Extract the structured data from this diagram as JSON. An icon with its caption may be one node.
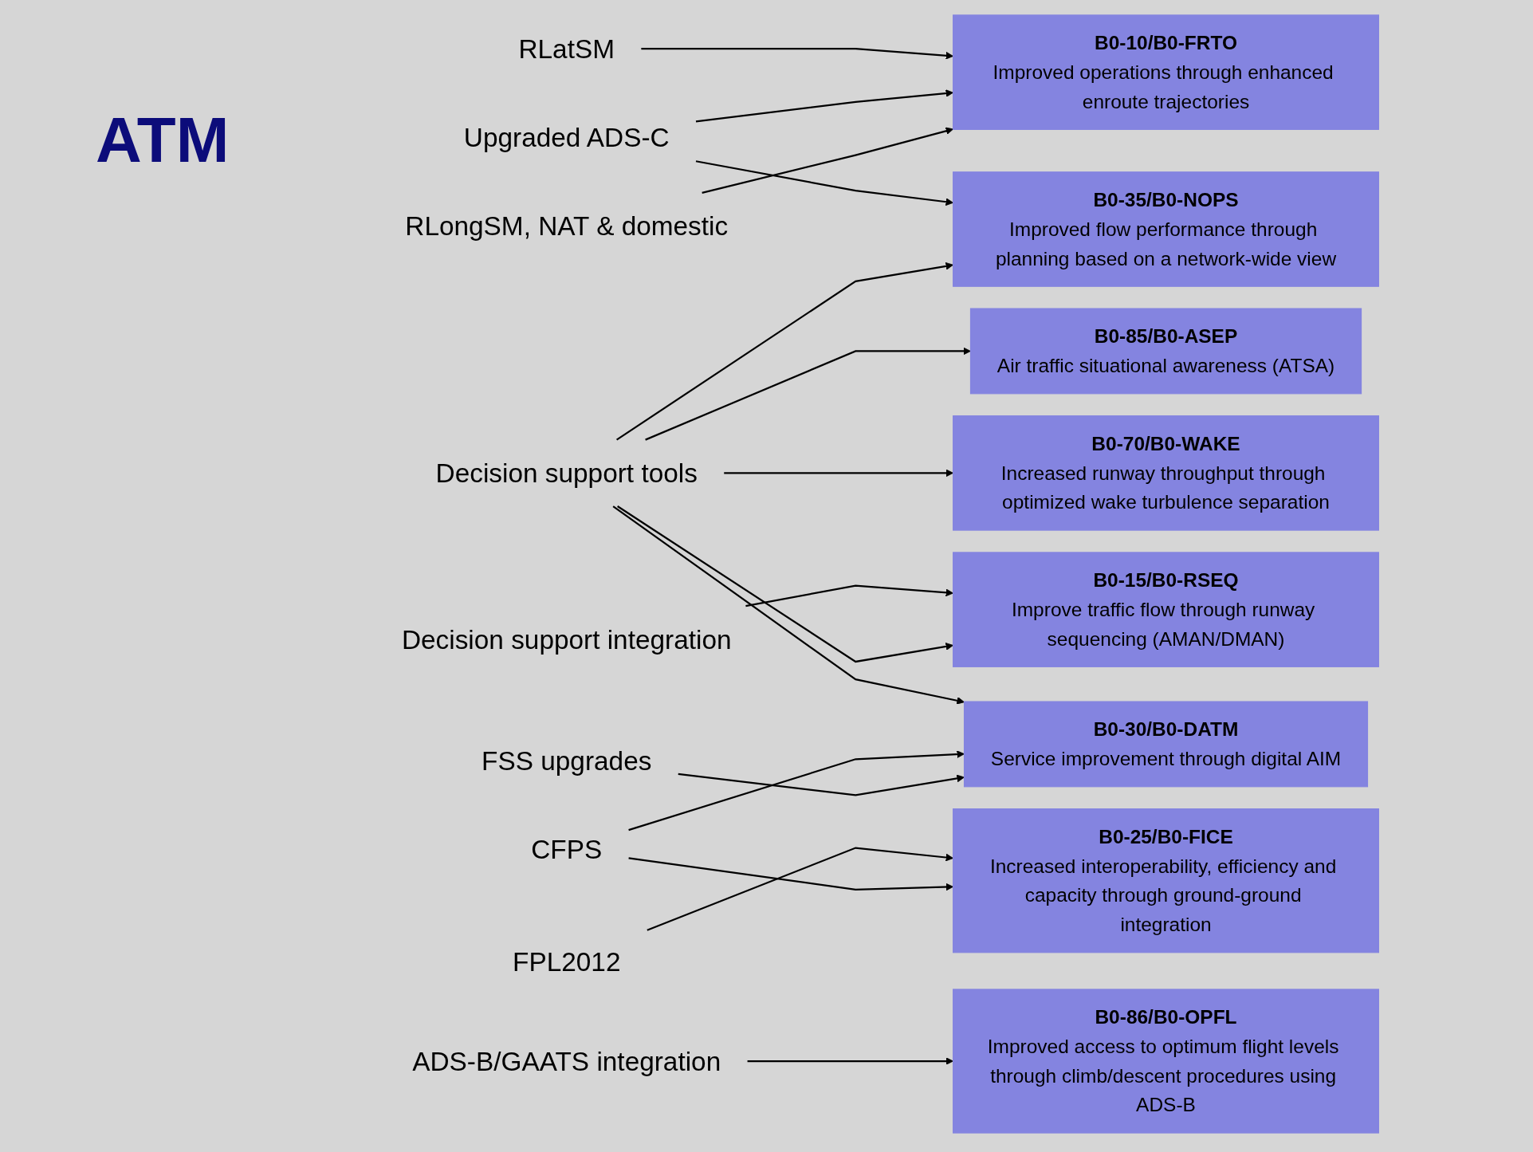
{
  "diagram": {
    "title": "ATM",
    "nodes": [
      {
        "text": [
          "B0-10/B0-FRTO",
          "Improved operations through enhanced enroute trajectories"
        ]
      },
      {
        "text": [
          "B0-15/B0-RSEQ",
          "Improve traffic flow through runway sequencing (AMAN/DMAN)"
        ]
      },
      {
        "text": [
          "B0-25/B0-FICE",
          "Increased interoperability, efficiency and capacity through ground-ground integration"
        ]
      },
      {
        "text": [
          "B0-30/B0-DATM",
          "Service improvement through digital AIM"
        ]
      },
      {
        "text": [
          "B0-35/B0-NOPS",
          "Improved flow performance through planning based on a network-wide view"
        ]
      },
      {
        "text": [
          "B0-70/B0-WAKE",
          "Increased runway throughput through optimized wake turbulence separation"
        ]
      },
      {
        "text": [
          "B0-85/B0-ASEP",
          "Air traffic situational awareness (ATSA)"
        ]
      },
      {
        "text": [
          "B0-86/B0-OPFL",
          "Improved access to optimum flight levels through climb/descent procedures using ADS-B"
        ]
      },
      {
        "text": [
          "RLatSM"
        ]
      },
      {
        "text": [
          "Upgraded ADS-C"
        ]
      },
      {
        "text": [
          "RLongSM, NAT & domestic"
        ]
      },
      {
        "text": [
          "Decision support integration"
        ]
      },
      {
        "text": [
          "Decision support tools"
        ]
      },
      {
        "text": [
          "FPL2012"
        ]
      },
      {
        "text": [
          "CFPS"
        ]
      },
      {
        "text": [
          "FSS upgrades"
        ]
      },
      {
        "text": [
          "ADS-B/GAATS integration"
        ]
      }
    ],
    "edges": [
      {
        "from": 8,
        "to": 0,
        "arrow": "to"
      },
      {
        "from": 9,
        "to": 0,
        "arrow": "to"
      },
      {
        "from": 9,
        "to": 4,
        "arrow": "to"
      },
      {
        "from": 10,
        "to": 0,
        "arrow": "to"
      },
      {
        "from": 11,
        "to": 1,
        "arrow": "to"
      },
      {
        "from": 12,
        "to": 1,
        "arrow": "to"
      },
      {
        "from": 12,
        "to": 3,
        "arrow": "to"
      },
      {
        "from": 12,
        "to": 4,
        "arrow": "to"
      },
      {
        "from": 12,
        "to": 5,
        "arrow": "to"
      },
      {
        "from": 12,
        "to": 6,
        "arrow": "to"
      },
      {
        "from": 13,
        "to": 2,
        "arrow": "to"
      },
      {
        "from": 14,
        "to": 2,
        "arrow": "to"
      },
      {
        "from": 14,
        "to": 3,
        "arrow": "to"
      },
      {
        "from": 15,
        "to": 3,
        "arrow": "to"
      },
      {
        "from": 16,
        "to": 7,
        "arrow": "to"
      }
    ]
  }
}
